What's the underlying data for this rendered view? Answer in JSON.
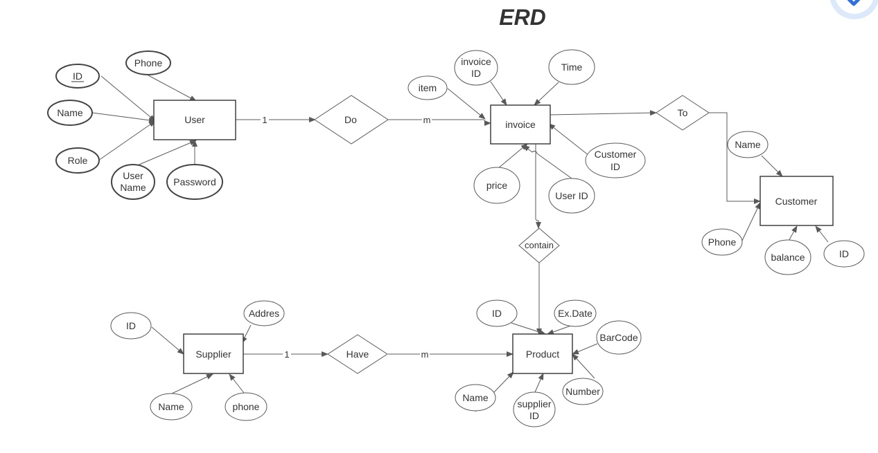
{
  "title": "ERD",
  "colors": {
    "stroke": "#595959",
    "text": "#333333",
    "badge": "#dbe9fb"
  },
  "corner_badge": {
    "icon": "blue-x-badge-icon"
  },
  "entities": {
    "user": "User",
    "invoice": "invoice",
    "customer": "Customer",
    "supplier": "Supplier",
    "product": "Product"
  },
  "relationships": {
    "do": "Do",
    "to": "To",
    "contain": "contain",
    "have": "Have"
  },
  "cardinalities": {
    "user_do": "1",
    "do_invoice": "m",
    "supplier_have": "1",
    "have_product": "m"
  },
  "attributes": {
    "user": {
      "id": [
        "ID"
      ],
      "phone": [
        "Phone"
      ],
      "name": [
        "Name"
      ],
      "role": [
        "Role"
      ],
      "username": [
        "User",
        "Name"
      ],
      "password": [
        "Password"
      ]
    },
    "invoice": {
      "item": [
        "item"
      ],
      "invoice_id": [
        "invoice",
        "ID"
      ],
      "time": [
        "Time"
      ],
      "price": [
        "price"
      ],
      "user_id": [
        "User ID"
      ],
      "customer_id": [
        "Customer",
        "ID"
      ]
    },
    "customer": {
      "name": [
        "Name"
      ],
      "phone": [
        "Phone"
      ],
      "balance": [
        "balance"
      ],
      "id": [
        "ID"
      ]
    },
    "supplier": {
      "id": [
        "ID"
      ],
      "address": [
        "Addres"
      ],
      "name": [
        "Name"
      ],
      "phone": [
        "phone"
      ]
    },
    "product": {
      "id": [
        "ID"
      ],
      "ex_date": [
        "Ex.Date"
      ],
      "barcode": [
        "BarCode"
      ],
      "name": [
        "Name"
      ],
      "supplier_id": [
        "supplier",
        "ID"
      ],
      "number": [
        "Number"
      ]
    }
  }
}
